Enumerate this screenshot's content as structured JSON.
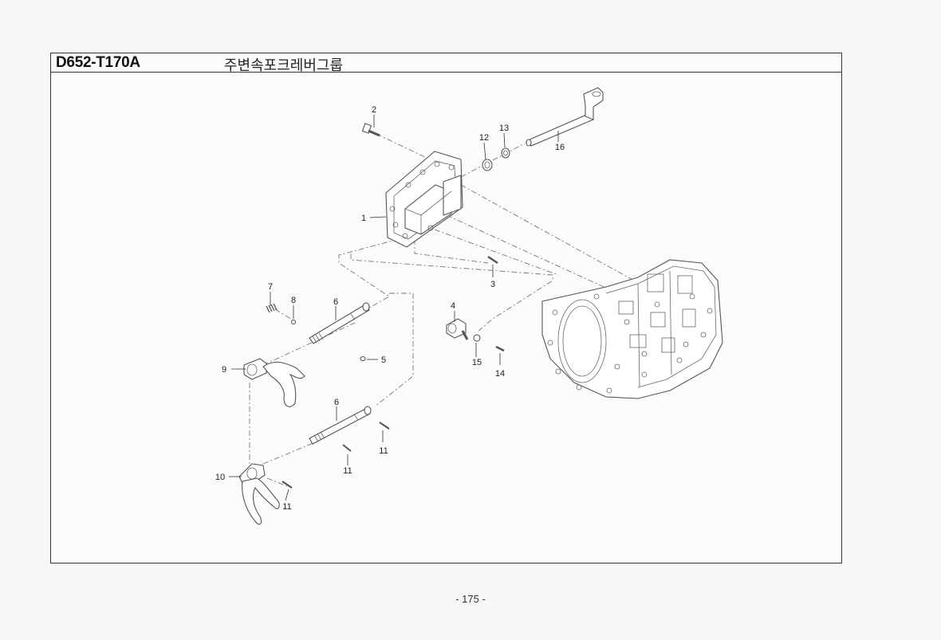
{
  "header": {
    "model_code": "D652-T170A",
    "group_title": "주변속포크레버그룹"
  },
  "callouts": {
    "c1": "1",
    "c2": "2",
    "c3": "3",
    "c4": "4",
    "c5": "5",
    "c6a": "6",
    "c6b": "6",
    "c7": "7",
    "c8": "8",
    "c9": "9",
    "c10": "10",
    "c11a": "11",
    "c11b": "11",
    "c11c": "11",
    "c12": "12",
    "c13": "13",
    "c14": "14",
    "c15": "15",
    "c16": "16"
  },
  "footer": {
    "page_number": "- 175 -"
  }
}
